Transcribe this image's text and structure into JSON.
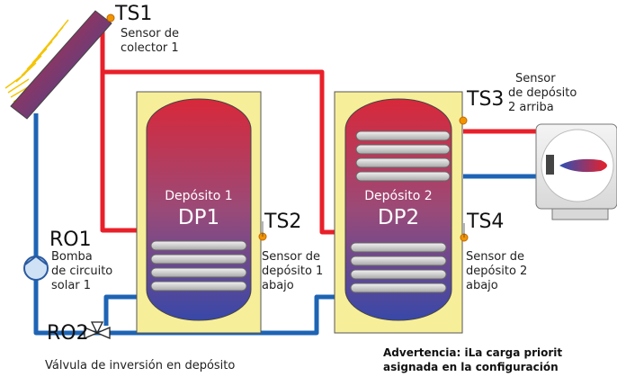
{
  "labels": {
    "ts1_code": "TS1",
    "ts1_desc_1": "Sensor de",
    "ts1_desc_2": "colector 1",
    "ts2_code": "TS2",
    "ts2_desc_1": "Sensor de",
    "ts2_desc_2": "depósito 1",
    "ts2_desc_3": "abajo",
    "ts3_code": "TS3",
    "ts3_desc_1": "Sensor",
    "ts3_desc_2": "de depósito",
    "ts3_desc_3": "2 arriba",
    "ts4_code": "TS4",
    "ts4_desc_1": "Sensor de",
    "ts4_desc_2": "depósito 2",
    "ts4_desc_3": "abajo",
    "ro1_code": "RO1",
    "ro1_desc_1": "Bomba",
    "ro1_desc_2": "de circuito",
    "ro1_desc_3": "solar 1",
    "ro2_code": "RO2",
    "ro2_desc": "Válvula de inversión en depósito"
  },
  "tanks": [
    {
      "name": "Depósito 1",
      "code": "DP1"
    },
    {
      "name": "Depósito 2",
      "code": "DP2"
    }
  ],
  "warning": {
    "line1": "Advertencia: iLa carga priorit",
    "line2": "asignada en la configuración"
  },
  "colors": {
    "hot_pipe": "#e8202a",
    "cold_pipe": "#1e64b4",
    "tank_background": "#f7ee9a",
    "tank_top": "#d8283a",
    "tank_bottom": "#3848a8",
    "sensor_dot": "#f29400",
    "sun_rays": "#f4c400"
  },
  "icons": {
    "collector": "solar-collector-icon",
    "pump": "pump-icon",
    "valve": "three-way-valve-icon",
    "boiler": "boiler-icon"
  }
}
